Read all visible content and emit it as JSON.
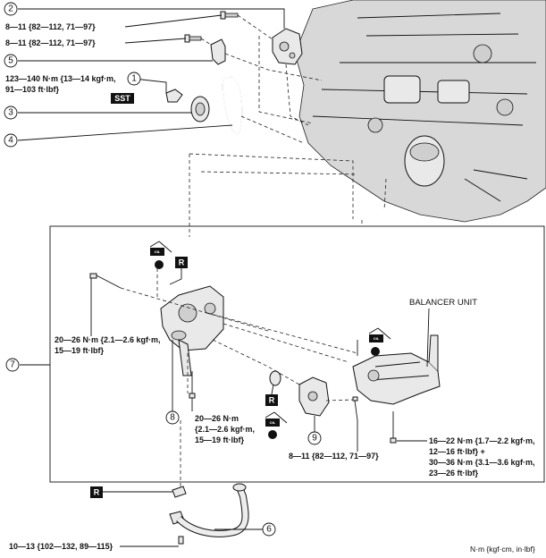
{
  "callouts": [
    "1",
    "2",
    "3",
    "4",
    "5",
    "6",
    "7",
    "8",
    "9"
  ],
  "torque": {
    "t2": "8—11 {82—112, 71—97}",
    "t5": "8—11 {82—112, 71—97}",
    "t1_line1": "123—140 N·m {13—14 kgf·m,",
    "t1_line2": "91—103 ft·lbf}",
    "t7_line1": "20—26 N·m {2.1—2.6 kgf·m,",
    "t7_line2": "15—19 ft·lbf}",
    "t8_line1": "20—26 N·m",
    "t8_line2": "{2.1—2.6 kgf·m,",
    "t8_line3": "15—19 ft·lbf}",
    "t9": "8—11 {82—112, 71—97}",
    "tbal_line1": "16—22 N·m {1.7—2.2 kgf·m,",
    "tbal_line2": "12—16 ft·lbf} +",
    "tbal_line3": "30—36 N·m {3.1—3.6 kgf·m,",
    "tbal_line4": "23—26 ft·lbf}",
    "t6": "10—13 {102—132, 89—115}"
  },
  "badges": {
    "sst": "SST",
    "replace": "R",
    "oil": "OIL"
  },
  "balancer_label": "BALANCER UNIT",
  "units_note": "N·m {kgf·cm, in·lbf}"
}
